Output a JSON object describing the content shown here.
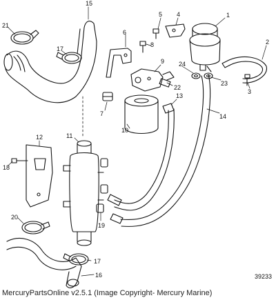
{
  "diagram": {
    "id": "39233",
    "copyright": "MercuryPartsOnline v2.5.1 (Image Copyright- Mercury Marine)",
    "callouts": {
      "c1": "1",
      "c2": "2",
      "c3": "3",
      "c4": "4",
      "c5": "5",
      "c6": "6",
      "c7": "7",
      "c8": "8",
      "c9": "9",
      "c10": "10",
      "c11": "11",
      "c12": "12",
      "c13": "13",
      "c14": "14",
      "c15": "15",
      "c16": "16",
      "c17a": "17",
      "c17b": "17",
      "c18": "18",
      "c19": "19",
      "c20": "20",
      "c21": "21",
      "c22": "22",
      "c23": "23",
      "c24": "24"
    }
  }
}
